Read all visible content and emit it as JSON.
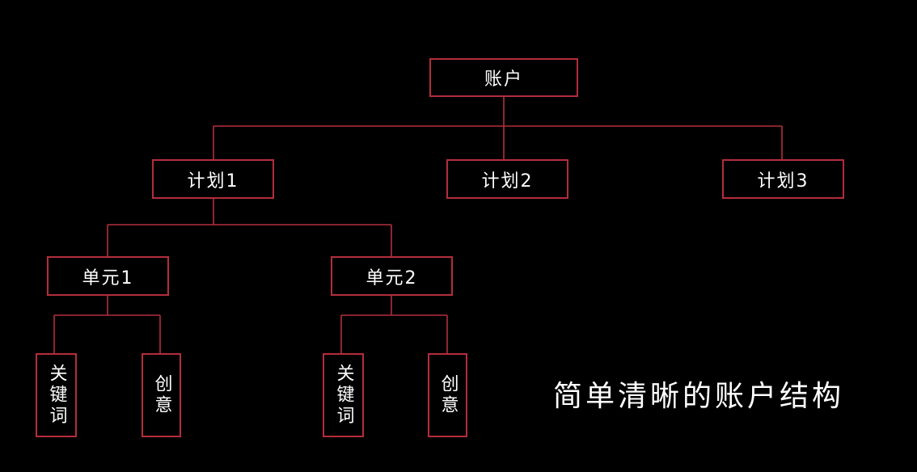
{
  "colors": {
    "background": "#000000",
    "connector": "#b42d3c",
    "text": "#ffffff"
  },
  "tree": {
    "account": "账户",
    "plans": [
      "计划1",
      "计划2",
      "计划3"
    ],
    "units": [
      "单元1",
      "单元2"
    ],
    "unit1_children": [
      "关键词",
      "创意"
    ],
    "unit2_children": [
      "关键词",
      "创意"
    ]
  },
  "caption": "简单清晰的账户结构"
}
